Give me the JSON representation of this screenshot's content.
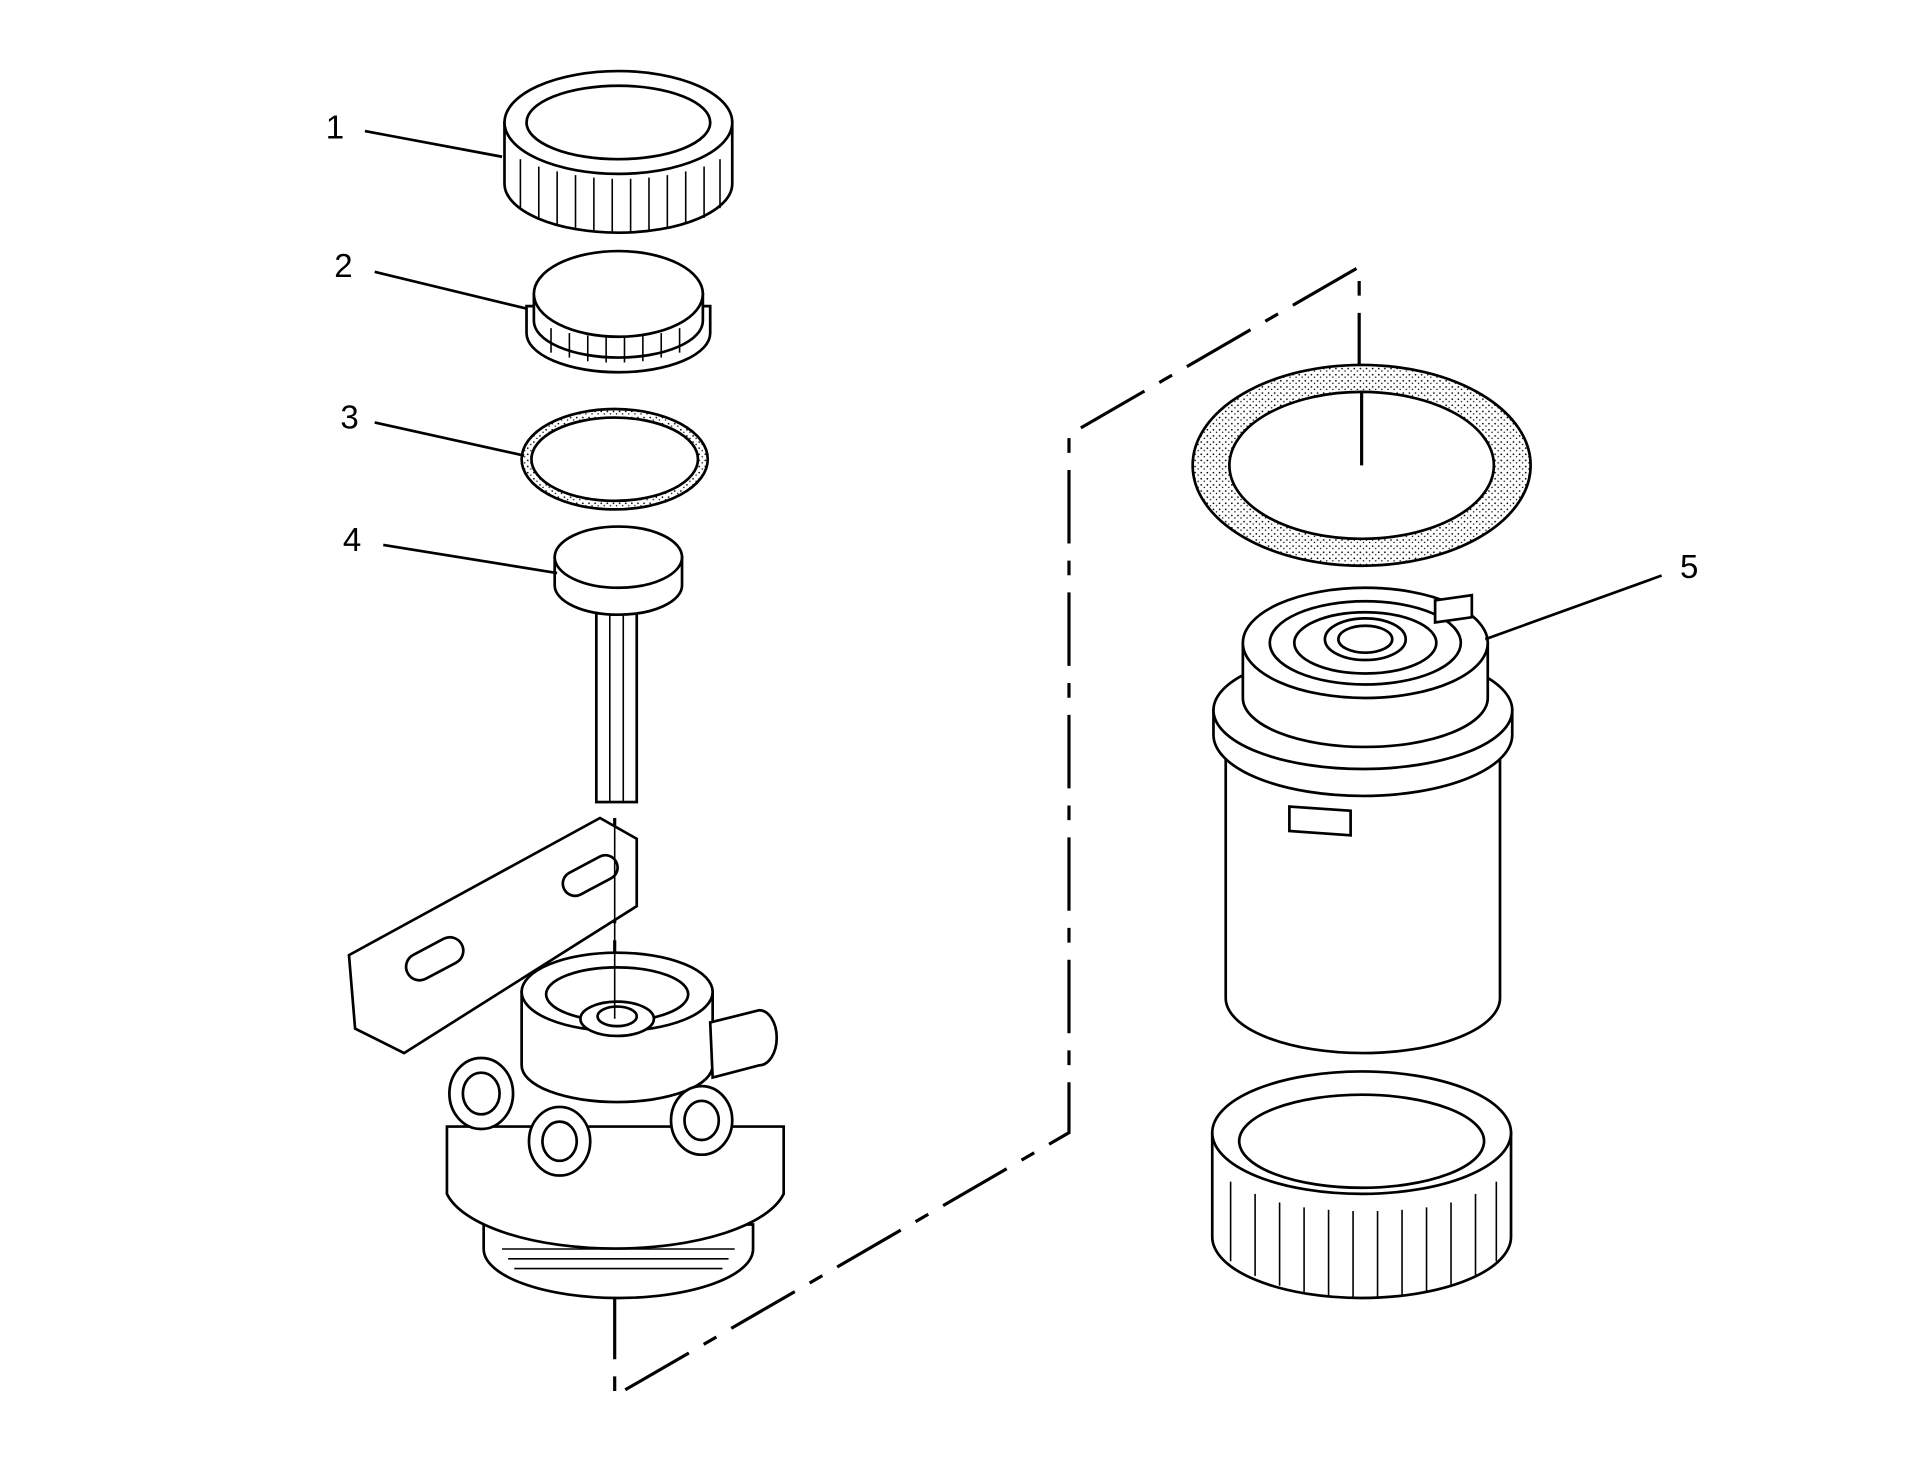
{
  "diagram": {
    "type": "exploded parts view",
    "callouts": [
      "1",
      "2",
      "3",
      "4",
      "5"
    ]
  }
}
